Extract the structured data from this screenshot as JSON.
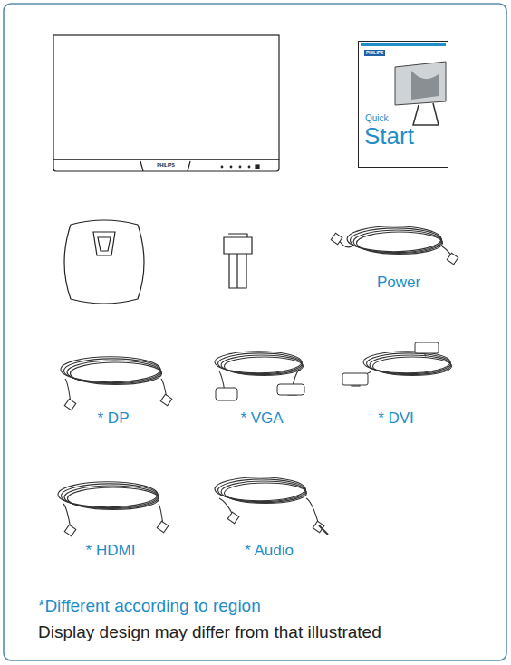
{
  "diagram": {
    "nodes": [
      {
        "text": [
          "PHILIPS",
          "Quick",
          "Start"
        ]
      }
    ],
    "labels": [
      "PHILIPS",
      "Power",
      "* DP",
      "* VGA",
      "* DVI",
      "* HDMI",
      "* Audio",
      "*Different according to region",
      "Display design may differ from that illustrated"
    ]
  }
}
